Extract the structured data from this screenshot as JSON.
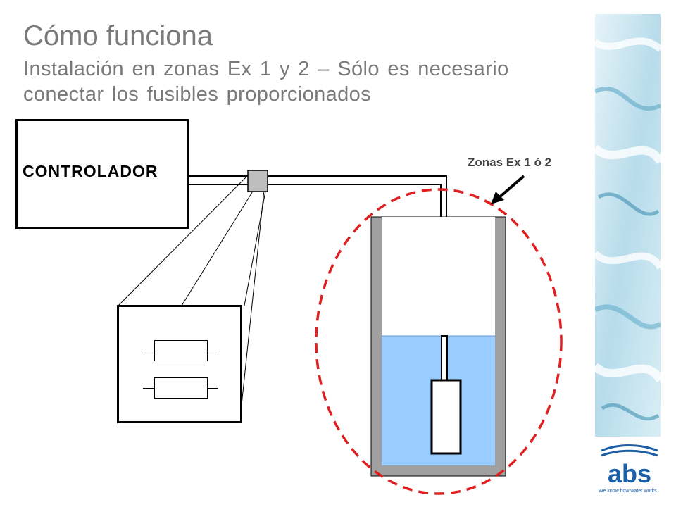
{
  "header": {
    "title": "Cómo funciona",
    "subtitle": "Instalación en zonas Ex 1 y 2 – Sólo es necesario conectar los fusibles proporcionados"
  },
  "diagram": {
    "controller_label": "CONTROLADOR",
    "zone_label": "Zonas Ex 1 ó 2"
  },
  "branding": {
    "logo_text": "abs",
    "tagline": "We know how water works"
  },
  "colors": {
    "title_gray": "#7a7a7a",
    "zone_dash_red": "#e02020",
    "water_blue": "#99ccff",
    "tank_gray": "#a0a0a0",
    "brand_blue": "#1a5fa8"
  }
}
